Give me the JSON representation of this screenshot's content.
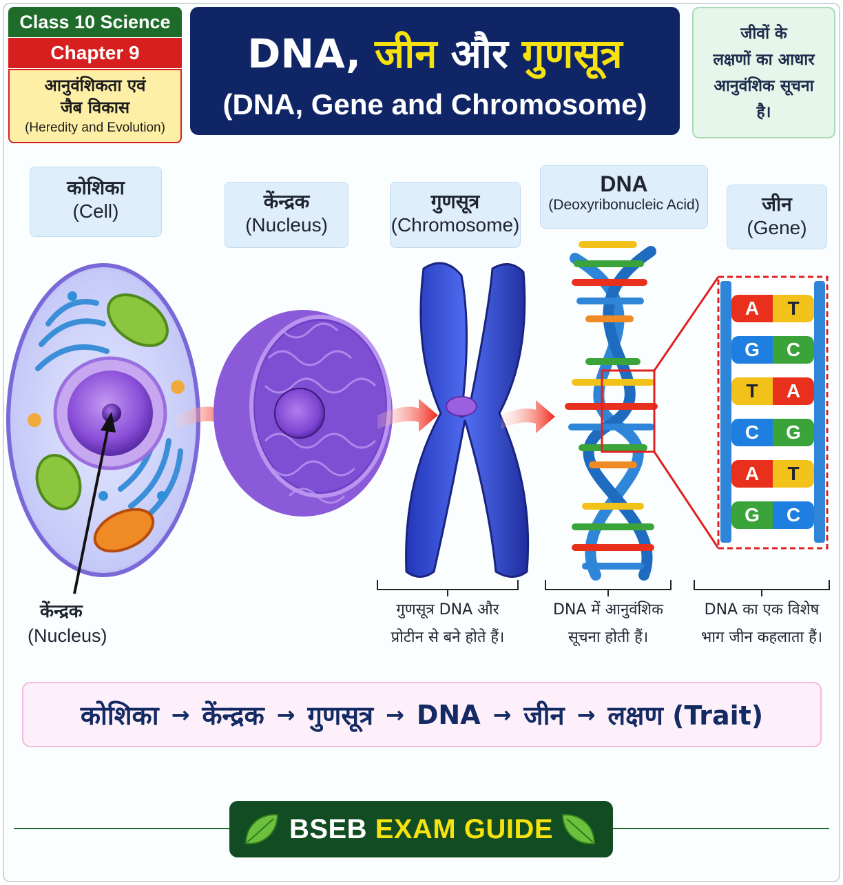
{
  "header": {
    "class_label": "Class 10 Science",
    "chapter_label": "Chapter 9",
    "chapter_title_hi_line1": "आनुवंशिकता एवं",
    "chapter_title_hi_line2": "जैब विकास",
    "chapter_title_en": "(Heredity and Evolution)"
  },
  "title": {
    "part1": "DNA, ",
    "part2": "जीन",
    "part3": " और ",
    "part4": "गुणसूत्र",
    "subtitle": "(DNA, Gene and Chromosome)"
  },
  "note": {
    "line1": "जीवों के",
    "line2": "लक्षणों का आधार",
    "line3": "आनुवंशिक सूचना",
    "line4": "है।"
  },
  "stages": [
    {
      "hi": "कोशिका",
      "en": "(Cell)"
    },
    {
      "hi": "केंन्द्रक",
      "en": "(Nucleus)"
    },
    {
      "hi": "गुणसूत्र",
      "en": "(Chromosome)"
    },
    {
      "hi": "DNA",
      "en": "(Deoxyribonucleic Acid)"
    },
    {
      "hi": "जीन",
      "en": "(Gene)"
    }
  ],
  "cell_pointer": {
    "hi": "केंन्द्रक",
    "en": "(Nucleus)"
  },
  "gene_pairs": [
    {
      "left": "A",
      "right": "T",
      "left_color": "#e8301c",
      "right_color": "#f2c21a"
    },
    {
      "left": "G",
      "right": "C",
      "left_color": "#1f7fe0",
      "right_color": "#3aa33a"
    },
    {
      "left": "T",
      "right": "A",
      "left_color": "#f2c21a",
      "right_color": "#e8301c"
    },
    {
      "left": "C",
      "right": "G",
      "left_color": "#1f7fe0",
      "right_color": "#3aa33a"
    },
    {
      "left": "A",
      "right": "T",
      "left_color": "#e8301c",
      "right_color": "#f2c21a"
    },
    {
      "left": "G",
      "right": "C",
      "left_color": "#3aa33a",
      "right_color": "#1f7fe0"
    }
  ],
  "captions": {
    "chromosome_line1": "गुणसूत्र DNA और",
    "chromosome_line2": "प्रोटीन से बने होते हैं।",
    "dna_line1": "DNA में आनुवंशिक",
    "dna_line2": "सूचना होती हैं।",
    "gene_line1": "DNA का एक विशेष",
    "gene_line2": "भाग जीन कहलाता हैं।"
  },
  "flow": {
    "items": [
      "कोशिका",
      "केंन्द्रक",
      "गुणसूत्र",
      "DNA",
      "जीन",
      "लक्षण (Trait)"
    ],
    "arrow": "→"
  },
  "footer": {
    "part1": "BSEB ",
    "part2": "EXAM GUIDE"
  },
  "colors": {
    "navy": "#0f2565",
    "accent_yellow": "#f5e20e",
    "green": "#1f6b2a",
    "red": "#d81f1f",
    "cell_purple": "#7b4fd6",
    "dna_blue": "#2f86d9"
  }
}
